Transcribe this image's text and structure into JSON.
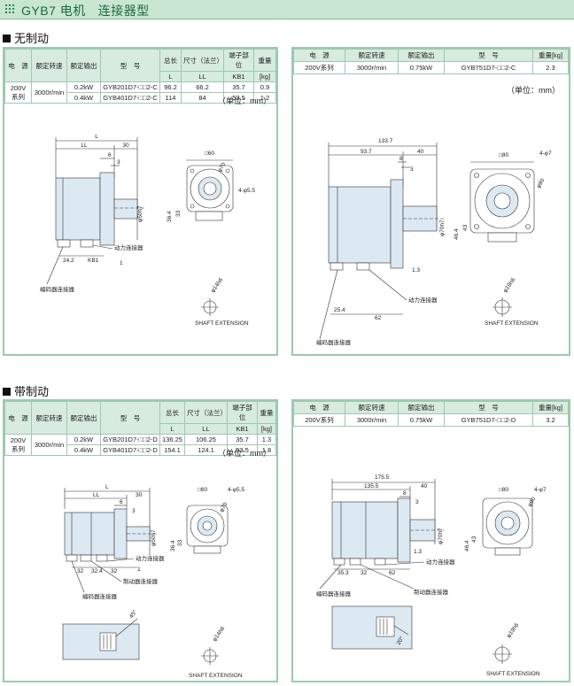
{
  "header": {
    "code": "GYB7",
    "word1": "电机",
    "word2": "连接器型"
  },
  "sections": {
    "no_brake": "无制动",
    "with_brake": "带制动"
  },
  "cols": {
    "power": "电　源",
    "speed": "额定转速",
    "output": "额定输出",
    "model": "型　号",
    "total_len": "总长",
    "dim_flange": "尺寸（法兰）",
    "terminal": "端子部位",
    "weight": "重量",
    "sub_L": "L",
    "sub_LL": "LL",
    "sub_KB1": "KB1",
    "sub_kg": "[kg]",
    "weight_kg": "重量[kg]"
  },
  "unit_label": "（单位：mm）",
  "tables": {
    "tl": {
      "power": "200V系列",
      "speed": "3000r/min",
      "rows": [
        {
          "output": "0.2kW",
          "model": "GYB201D7-□□2-C",
          "L": "96.2",
          "LL": "66.2",
          "KB1": "35.7",
          "kg": "0.9"
        },
        {
          "output": "0.4kW",
          "model": "GYB401D7-□□2-C",
          "L": "114",
          "LL": "84",
          "KB1": "53.5",
          "kg": "1.2"
        }
      ]
    },
    "tr": {
      "power": "200V系列",
      "speed": "3000r/min",
      "output": "0.75kW",
      "model": "GYB751D7-□□2-C",
      "kg": "2.3"
    },
    "bl": {
      "power": "200V系列",
      "speed": "3000r/min",
      "rows": [
        {
          "output": "0.2kW",
          "model": "GYB201D7-□□2-D",
          "L": "136.25",
          "LL": "106.25",
          "KB1": "35.7",
          "kg": "1.3"
        },
        {
          "output": "0.4kW",
          "model": "GYB401D7-□□2-D",
          "L": "154.1",
          "LL": "124.1",
          "KB1": "53.5",
          "kg": "1.8"
        }
      ]
    },
    "br": {
      "power": "200V系列",
      "speed": "3000r/min",
      "output": "0.75kW",
      "model": "GYB751D7-□□2-D",
      "kg": "3.2"
    }
  },
  "drawings": {
    "tl": {
      "L": "L",
      "LL": "LL",
      "d30": "30",
      "d6": "6",
      "d3": "3",
      "d1": "1",
      "d242": "24.2",
      "KB1": "KB1",
      "phi50": "φ50h7",
      "sq60": "□60",
      "phi70": "φ70",
      "holes": "4-φ5.5",
      "h364": "36.4",
      "h33": "33",
      "power_conn": "动力连接器",
      "enc_conn": "编码器连接器",
      "shaft": "φ14h6",
      "shaft_ext": "SHAFT EXTENSION"
    },
    "tr": {
      "L": "133.7",
      "LL": "93.7",
      "d40": "40",
      "d8": "8",
      "d3": "3",
      "d13": "1.3",
      "d254": "25.4",
      "d62": "62",
      "phi70": "φ70h7",
      "sq80": "□80",
      "phi90": "φ90",
      "holes": "4-φ7",
      "h464": "46.4",
      "h43": "43",
      "power_conn": "动力连接器",
      "enc_conn": "编码器连接器",
      "shaft": "φ19h6",
      "shaft_ext": "SHAFT EXTENSION"
    },
    "bl": {
      "L": "L",
      "LL": "LL",
      "d30": "30",
      "d6": "6",
      "d3": "3",
      "d1": "1",
      "d32a": "32",
      "d324": "32.4",
      "d32b": "32",
      "phi50": "φ50h7",
      "sq60": "□60",
      "phi70": "φ70",
      "holes": "4-φ5.5",
      "h364": "36.4",
      "h33": "33",
      "power_conn": "动力连接器",
      "brake_conn": "制动器连接器",
      "enc_conn": "编码器连接器",
      "shaft": "φ14h6",
      "shaft_ext": "SHAFT EXTENSION",
      "angle": "45°"
    },
    "br": {
      "L": "175.5",
      "LL": "135.5",
      "d40": "40",
      "d8": "8",
      "d3": "3",
      "d13": "1.3",
      "d353": "35.3",
      "d32": "32",
      "d62": "62",
      "phi70": "φ70h7",
      "sq80": "□80",
      "phi90": "φ90",
      "holes": "4-φ7",
      "h464": "46.4",
      "h43": "43",
      "power_conn": "动力连接器",
      "brake_conn": "制动器连接器",
      "enc_conn": "编码器连接器",
      "shaft": "φ19h6",
      "shaft_ext": "SHAFT EXTENSION",
      "angle": "20°"
    }
  },
  "colors": {
    "accent": "#1b6b3a",
    "band": "#c9e6d3",
    "border": "#9ec9b0",
    "motor": "#dce9f2",
    "line": "#333333"
  }
}
